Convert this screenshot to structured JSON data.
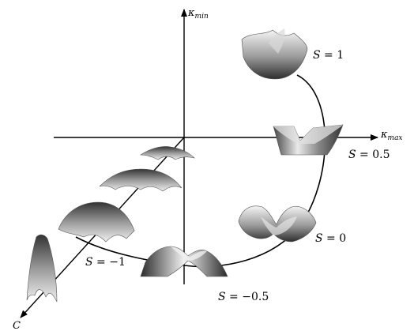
{
  "axes": {
    "y_label": "κ",
    "y_sub": "min",
    "x_label": "κ",
    "x_sub": "max",
    "diag_label": "C"
  },
  "shapes": [
    {
      "id": "s1",
      "label_var": "S",
      "label_eq": " = 1"
    },
    {
      "id": "s05",
      "label_var": "S",
      "label_eq": " = 0.5"
    },
    {
      "id": "s0",
      "label_var": "S",
      "label_eq": " = 0"
    },
    {
      "id": "sm05",
      "label_var": "S",
      "label_eq": " = −0.5"
    },
    {
      "id": "sm1",
      "label_var": "S",
      "label_eq": " = −1"
    }
  ],
  "colors": {
    "line": "#000000",
    "surface_light": "#f4f4f4",
    "surface_dark": "#3a3a3a"
  }
}
